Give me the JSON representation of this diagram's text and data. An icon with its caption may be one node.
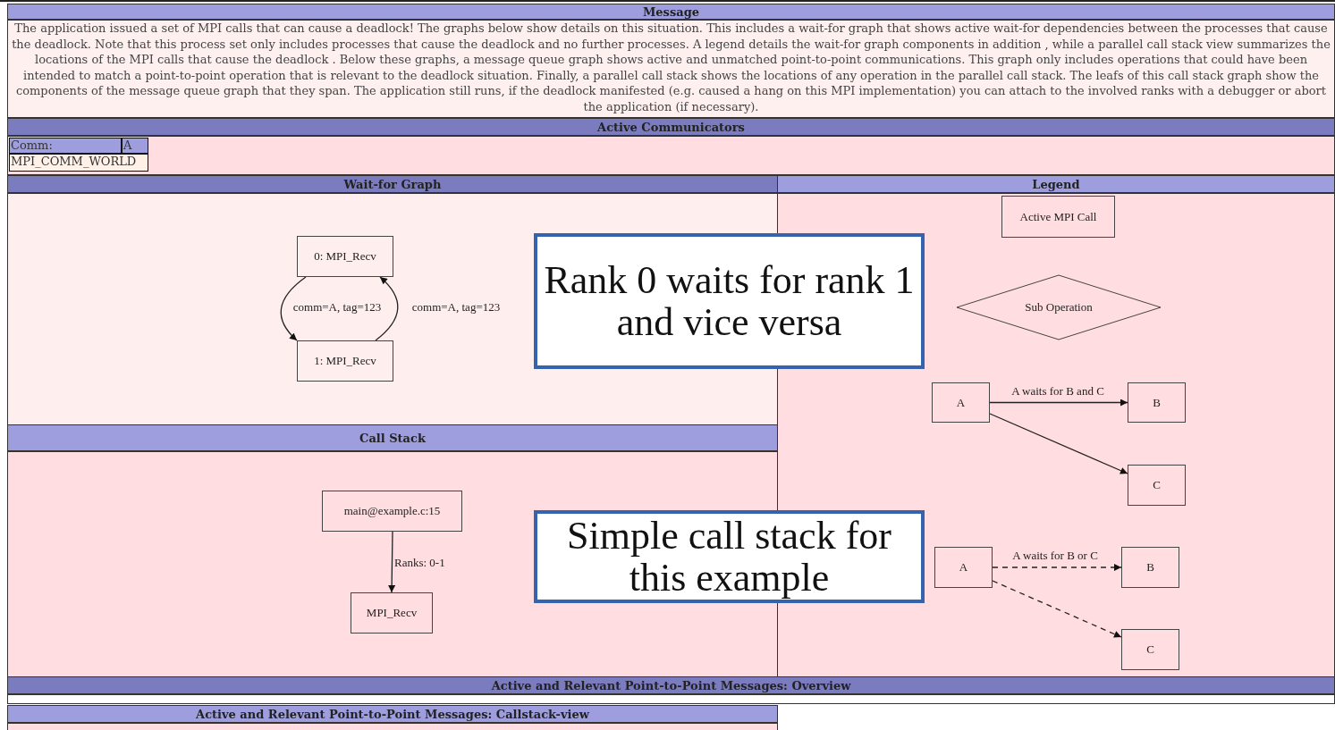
{
  "diagram": {
    "nodes": [
      {
        "text": [
          "Message",
          "The application issued a set of MPI calls that can cause a deadlock! The graphs below show details on this situation. This includes a wait-for graph that shows active wait-for dependencies between the processes that cause the deadlock. Note that this process set only includes processes that cause the deadlock and no further processes. A legend details the wait-for graph components in addition , while a parallel call stack view summarizes the locations of the MPI calls that cause the deadlock . Below these graphs, a message queue graph shows active and unmatched point-to-point communications. This graph only includes operations that could have been intended to match a point-to-point operation that is relevant to the deadlock situation. Finally, a parallel call stack shows the locations of any operation in the parallel call stack. The leafs of this call stack graph show the components of the message queue graph that they span. The application still runs, if the deadlock manifested (e.g. caused a hang on this MPI implementation) you can attach to the involved ranks with a debugger or abort the application (if necessary)."
        ]
      },
      {
        "text": [
          "Active Communicators"
        ]
      },
      {
        "text": [
          "Wait-for Graph"
        ]
      },
      {
        "text": [
          "0: MPI_Recv"
        ],
        "in": 2
      },
      {
        "text": [
          "1: MPI_Recv"
        ],
        "in": 2
      },
      {
        "text": [
          "Legend"
        ]
      },
      {
        "text": [
          "Active MPI Call"
        ],
        "in": 5
      },
      {
        "text": [
          "Sub Operation"
        ],
        "in": 5
      },
      {
        "text": [
          "A"
        ],
        "in": 5
      },
      {
        "text": [
          "B"
        ],
        "in": 5
      },
      {
        "text": [
          "C"
        ],
        "in": 5
      },
      {
        "text": [
          "A"
        ],
        "in": 5
      },
      {
        "text": [
          "B"
        ],
        "in": 5
      },
      {
        "text": [
          "C"
        ],
        "in": 5
      },
      {
        "text": [
          "Call Stack"
        ]
      },
      {
        "text": [
          "main@example.c:15"
        ],
        "in": 14
      },
      {
        "text": [
          "MPI_Recv"
        ],
        "in": 14
      },
      {
        "text": [
          "Active and Relevant Point-to-Point Messages: Overview"
        ]
      },
      {
        "text": [
          "Active and Relevant Point-to-Point Messages: Callstack-view"
        ]
      },
      {
        "text": [
          "Rank 0 waits for rank 1 and vice versa"
        ]
      },
      {
        "text": [
          "Simple call stack for this example"
        ]
      }
    ],
    "edges": [
      {
        "from": 3,
        "to": 4,
        "arrow": "to",
        "label": "comm=A, tag=123"
      },
      {
        "from": 4,
        "to": 3,
        "arrow": "to",
        "label": "comm=A, tag=123"
      },
      {
        "from": 8,
        "to": 9,
        "arrow": "to",
        "label": "A waits for B and C"
      },
      {
        "from": 8,
        "to": 10,
        "arrow": "to"
      },
      {
        "from": 11,
        "to": 12,
        "arrow": "to",
        "label": "A waits for B or C",
        "style": "dashed"
      },
      {
        "from": 11,
        "to": 13,
        "arrow": "to",
        "style": "dashed"
      },
      {
        "from": 15,
        "to": 16,
        "arrow": "to",
        "label": "Ranks: 0-1"
      }
    ],
    "labels": [
      "Comm:",
      "A",
      "MPI_COMM_WORLD"
    ]
  }
}
